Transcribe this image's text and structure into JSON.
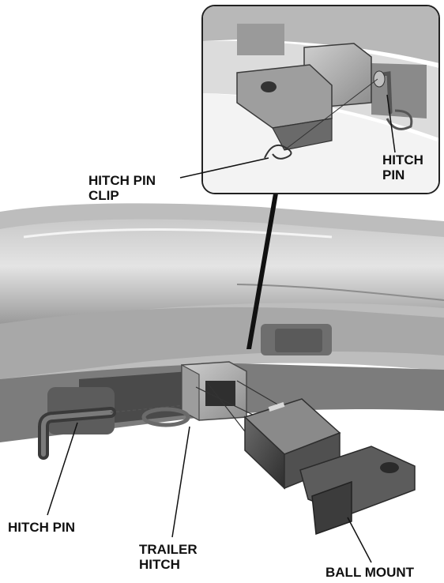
{
  "labels": {
    "hitch_pin_clip": [
      "HITCH PIN",
      "CLIP"
    ],
    "hitch_pin_inset": [
      "HITCH",
      "PIN"
    ],
    "hitch_pin": "HITCH PIN",
    "trailer_hitch": [
      "TRAILER",
      "HITCH"
    ],
    "ball_mount": "BALL MOUNT"
  }
}
